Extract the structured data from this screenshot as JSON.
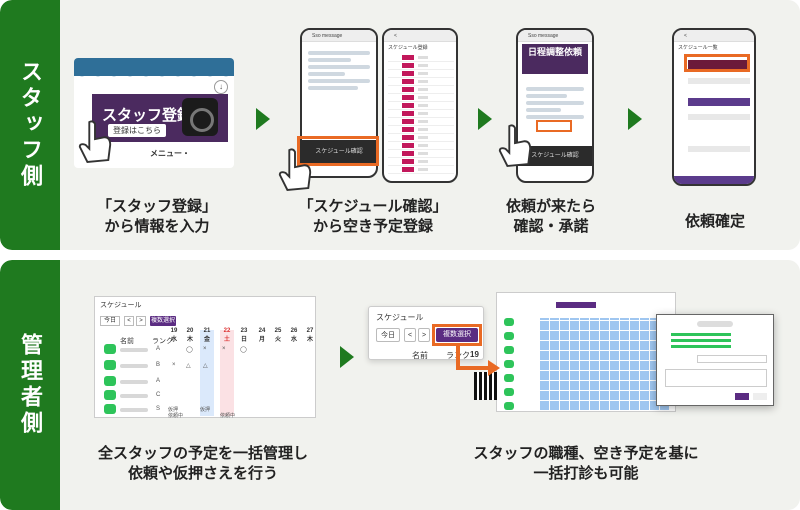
{
  "colors": {
    "brand_green": "#1f7a1f",
    "accent_orange": "#e96a24",
    "accent_purple": "#5b2c82",
    "line_green": "#2ec45a",
    "panel_bg": "#f1f2ee"
  },
  "staff": {
    "side_label": "スタッフ側",
    "steps": [
      {
        "caption_line1": "「スタッフ登録」",
        "caption_line2": "から情報を入力",
        "banner_title": "スタッフ登録",
        "banner_button": "登録はこちら",
        "menu_label": "メニュー・"
      },
      {
        "caption_line1": "「スケジュール確認」",
        "caption_line2": "から空き予定登録",
        "sheet_header": "スケジュール登録",
        "bar_label": "スケジュール確認"
      },
      {
        "caption_line1": "依頼が来たら",
        "caption_line2": "確認・承諾",
        "poster_title": "日程調整依頼",
        "bar_label": "スケジュール確認"
      },
      {
        "caption_line1": "依頼確定",
        "caption_line2": "",
        "screen_title": "スケジュール一覧"
      }
    ],
    "icons": [
      "hand-pointer-icon",
      "download-icon",
      "camera-icon"
    ]
  },
  "admin": {
    "side_label": "管理者側",
    "blocks": [
      {
        "caption_line1": "全スタッフの予定を一括管理し",
        "caption_line2": "依頼や仮押さえを行う",
        "sheet_title": "スケジュール",
        "today_button": "今日",
        "prev_button": "<",
        "next_button": ">",
        "multi_select_button": "複数選択",
        "col_name": "名前",
        "col_rank": "ランク",
        "days": [
          {
            "num": "19",
            "dow": "水"
          },
          {
            "num": "20",
            "dow": "木"
          },
          {
            "num": "21",
            "dow": "金"
          },
          {
            "num": "22",
            "dow": "土"
          },
          {
            "num": "23",
            "dow": "日"
          },
          {
            "num": "24",
            "dow": "月"
          },
          {
            "num": "25",
            "dow": "火"
          },
          {
            "num": "26",
            "dow": "水"
          },
          {
            "num": "27",
            "dow": "木"
          }
        ],
        "ranks": [
          "A",
          "B",
          "A",
          "C",
          "S"
        ],
        "marks": [
          "◯",
          "×",
          "×",
          "◯",
          "×",
          "△",
          "△"
        ],
        "bottom_marks": [
          "仮押",
          "仮押",
          "依頼中",
          "依頼中"
        ]
      },
      {
        "zoom_title": "スケジュール",
        "zoom_today": "今日",
        "zoom_prev": "<",
        "zoom_next": ">",
        "zoom_multi": "複数選択",
        "zoom_name": "名前",
        "zoom_rank": "ランク",
        "zoom_day": "19",
        "caption_line1": "スタッフの職種、空き予定を基に",
        "caption_line2": "一括打診も可能"
      }
    ]
  }
}
